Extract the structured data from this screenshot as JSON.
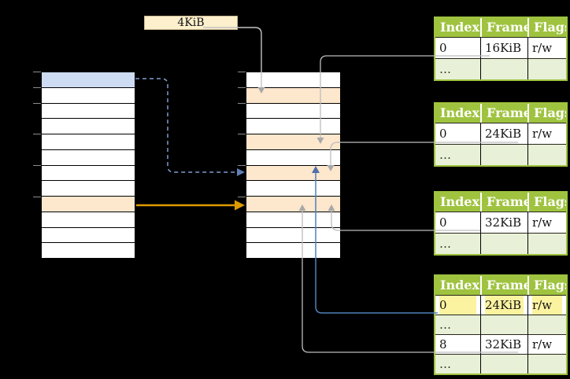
{
  "diagram": {
    "size_label": "4KiB",
    "page_grids": {
      "left": {
        "name": "level2-page-table",
        "row_count": 12,
        "blue_rows": [
          1
        ],
        "orange_rows": [
          9
        ],
        "tick_offsets": [
          0,
          20,
          40,
          79,
          119,
          159
        ]
      },
      "middle": {
        "name": "level1-page-table",
        "row_count": 12,
        "blue_rows": [],
        "orange_rows": [
          2,
          5,
          7,
          9
        ],
        "tick_offsets": [
          0,
          20,
          40,
          79,
          119,
          159
        ]
      }
    },
    "frame_tables": [
      {
        "id": "frame-table-16kib",
        "headers": [
          "Index",
          "Frame",
          "Flags"
        ],
        "rows": [
          {
            "cells": [
              "0",
              "16KiB",
              "r/w"
            ],
            "style": "plain",
            "highlight": false
          },
          {
            "cells": [
              "…",
              "",
              ""
            ],
            "style": "dots",
            "highlight": false
          }
        ]
      },
      {
        "id": "frame-table-24kib",
        "headers": [
          "Index",
          "Frame",
          "Flags"
        ],
        "rows": [
          {
            "cells": [
              "0",
              "24KiB",
              "r/w"
            ],
            "style": "plain",
            "highlight": false
          },
          {
            "cells": [
              "…",
              "",
              ""
            ],
            "style": "dots",
            "highlight": false
          }
        ]
      },
      {
        "id": "frame-table-32kib",
        "headers": [
          "Index",
          "Frame",
          "Flags"
        ],
        "rows": [
          {
            "cells": [
              "0",
              "32KiB",
              "r/w"
            ],
            "style": "plain",
            "highlight": false
          },
          {
            "cells": [
              "…",
              "",
              ""
            ],
            "style": "dots",
            "highlight": false
          }
        ]
      },
      {
        "id": "frame-table-bottom",
        "headers": [
          "Index",
          "Frame",
          "Flags"
        ],
        "rows": [
          {
            "cells": [
              "0",
              "24KiB",
              "r/w"
            ],
            "style": "plain",
            "highlight": true
          },
          {
            "cells": [
              "…",
              "",
              ""
            ],
            "style": "dots",
            "highlight": false
          },
          {
            "cells": [
              "8",
              "32KiB",
              "r/w"
            ],
            "style": "plain",
            "highlight": false
          },
          {
            "cells": [
              "…",
              "",
              ""
            ],
            "style": "dots",
            "highlight": false
          }
        ]
      }
    ],
    "colors": {
      "header_green": "#9fc33f",
      "row_light_green": "#e9f0d8",
      "row_orange": "#fde7cd",
      "row_blue": "#cddcf2",
      "label_cream": "#fdf0cd",
      "highlight_yellow": "#fbf3a0",
      "arrow_gray": "#bdbdbd",
      "arrow_blue": "#4f81bd",
      "arrow_blue_dashed": "#7f9ed2",
      "arrow_orange": "#dd9b00"
    }
  }
}
